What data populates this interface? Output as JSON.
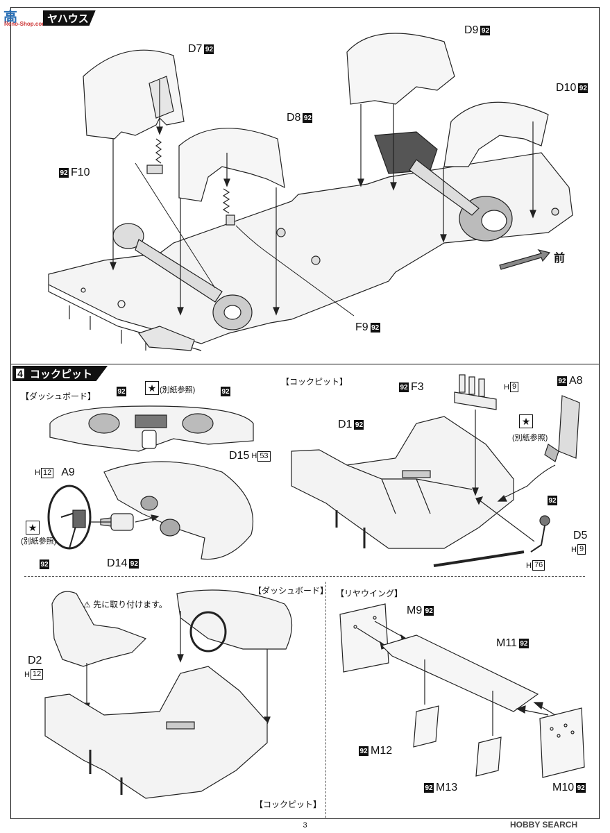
{
  "watermark": {
    "logo": "高",
    "url": "Reno-Shop.com"
  },
  "step3": {
    "title": "ヤハウス"
  },
  "step3_labels": {
    "d7": "D7",
    "d8": "D8",
    "d9": "D9",
    "d10": "D10",
    "f10": "F10",
    "f9": "F9",
    "forward": "前"
  },
  "step4": {
    "num": "4",
    "title": "コックピット"
  },
  "dashboard": {
    "heading": "【ダッシュボード】",
    "ref_note": "(別紙参照)",
    "d15": "D15",
    "h53": "53",
    "a9": "A9",
    "h12": "12",
    "d14": "D14",
    "ref_note2": "(別紙参照)"
  },
  "cockpit": {
    "heading": "【コックピット】",
    "f3": "F3",
    "h9a": "9",
    "a8": "A8",
    "ref_note": "(別紙参照)",
    "d1": "D1",
    "d5": "D5",
    "h9b": "9",
    "h76": "76"
  },
  "assembly": {
    "warning": "先に取り付けます。",
    "d2": "D2",
    "h12": "12",
    "dash_label": "【ダッシュボード】",
    "cockpit_label": "【コックピット】"
  },
  "wing": {
    "heading": "【リヤウイング】",
    "m9": "M9",
    "m11": "M11",
    "m12": "M12",
    "m13": "M13",
    "m10": "M10"
  },
  "common": {
    "badge": "92",
    "h_prefix": "H"
  },
  "footer": {
    "page": "3",
    "watermark": "HOBBY SEARCH"
  }
}
